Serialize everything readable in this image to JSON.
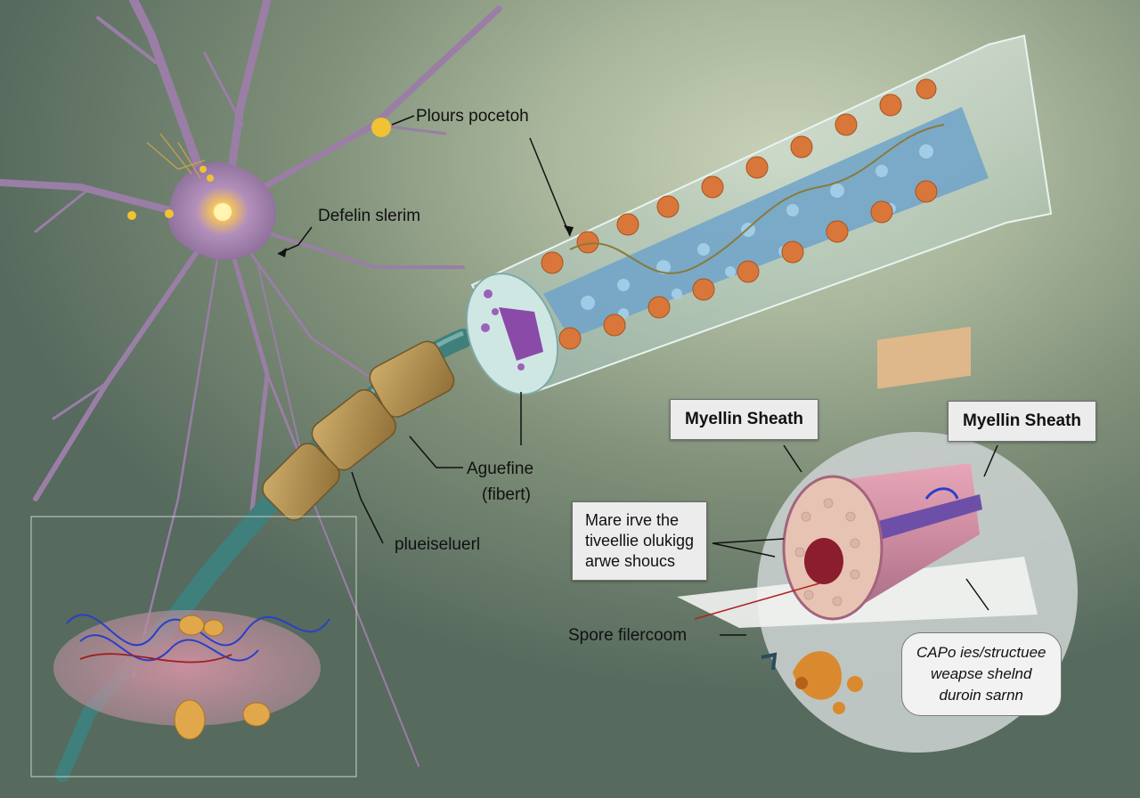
{
  "labels": {
    "plours": "Plours pocetoh",
    "defelin": "Defelin slerim",
    "aguefine_line1": "Aguefine",
    "aguefine_line2": "(fibert)",
    "plueiseluerl": "plueiseluerl",
    "spore": "Spore filercoom"
  },
  "boxes": {
    "myelin_1": "Myellin Sheath",
    "myelin_2": "Myellin Sheath",
    "note_lines": [
      "Mare ir​ve the",
      "tiveellie olukigg",
      "arwe shoucs"
    ],
    "bubble_lines": [
      "CAPo ies/structuee",
      "weapse shelnd",
      "duroin sarnn"
    ]
  },
  "colors": {
    "neuron": "#9a7ea6",
    "axon": "#3f7f7c",
    "myelin": "#b38f4f",
    "sheath_glass": "#cfe3e0",
    "blue_core": "#6ea3c9",
    "orange_cells": "#d9773a"
  }
}
